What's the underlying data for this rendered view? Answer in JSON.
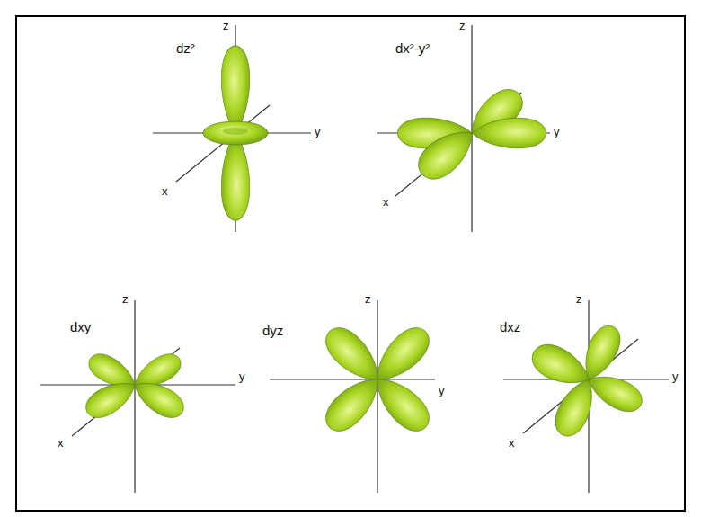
{
  "diagram": {
    "labels": [
      "dz²",
      "z",
      "y",
      "x",
      "dx²-y²",
      "z",
      "y",
      "x",
      "dxy",
      "z",
      "y",
      "x",
      "dyz",
      "z",
      "y",
      "dxz",
      "z",
      "y",
      "x"
    ]
  }
}
